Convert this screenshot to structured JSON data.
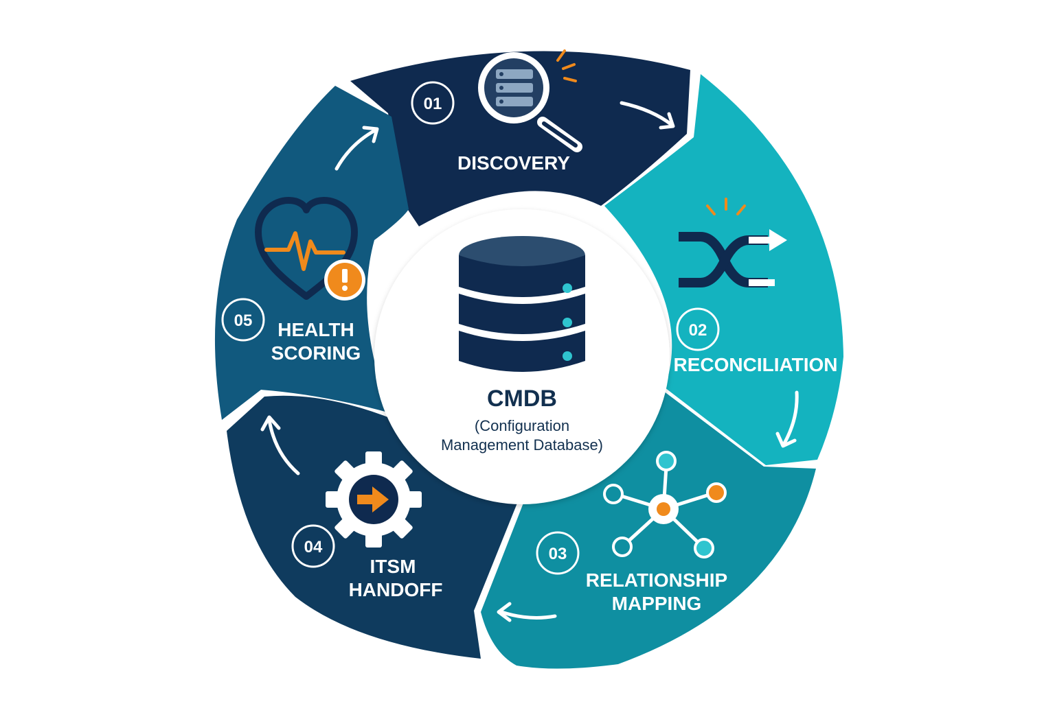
{
  "center": {
    "title": "CMDB",
    "subtitle_line1": "(Configuration",
    "subtitle_line2": "Management Database)",
    "icon": "database-server-icon"
  },
  "steps": [
    {
      "number": "01",
      "label_lines": [
        "DISCOVERY"
      ],
      "icon": "magnifier-server-icon",
      "color": "#0f2a4f"
    },
    {
      "number": "02",
      "label_lines": [
        "RECONCILIATION"
      ],
      "icon": "shuffle-merge-icon",
      "color": "#14b3bf"
    },
    {
      "number": "03",
      "label_lines": [
        "RELATIONSHIP",
        "MAPPING"
      ],
      "icon": "network-nodes-icon",
      "color": "#0f8fa1"
    },
    {
      "number": "04",
      "label_lines": [
        "ITSM",
        "HANDOFF"
      ],
      "icon": "gear-arrow-icon",
      "color": "#0f3b5e"
    },
    {
      "number": "05",
      "label_lines": [
        "HEALTH",
        "SCORING"
      ],
      "icon": "heart-pulse-alert-icon",
      "color": "#11597e"
    }
  ],
  "colors": {
    "accent": "#f08a1c",
    "dark_navy": "#0f2a4f",
    "center_text": "#12304f"
  }
}
